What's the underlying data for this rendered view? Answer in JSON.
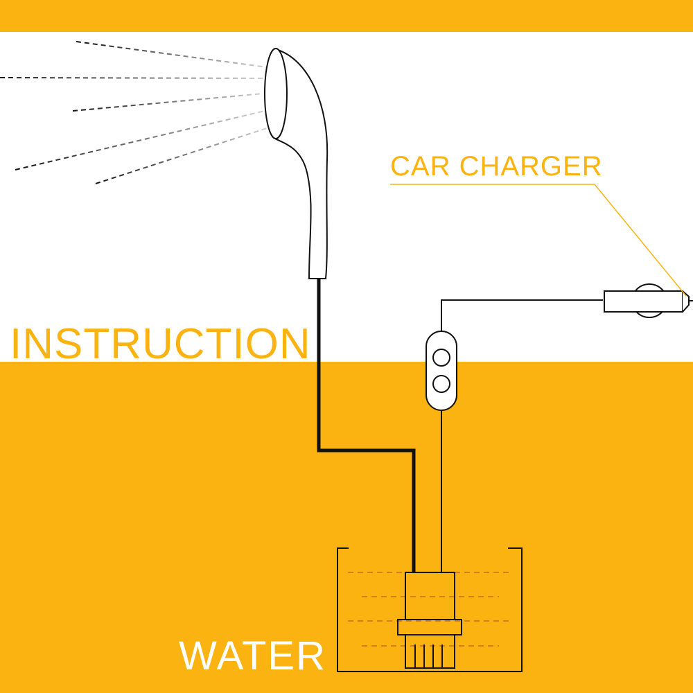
{
  "labels": {
    "instruction": "INSTRUCTION",
    "car_charger": "CAR CHARGER",
    "water": "WATER"
  },
  "colors": {
    "accent": "#fbb311",
    "background": "#ffffff",
    "line": "#111111",
    "water_label": "#ffffff"
  },
  "icons": {
    "shower_head": "shower-head-icon",
    "switch": "switch-icon",
    "plug": "car-plug-icon",
    "pump": "pump-icon",
    "container": "water-container-icon"
  }
}
